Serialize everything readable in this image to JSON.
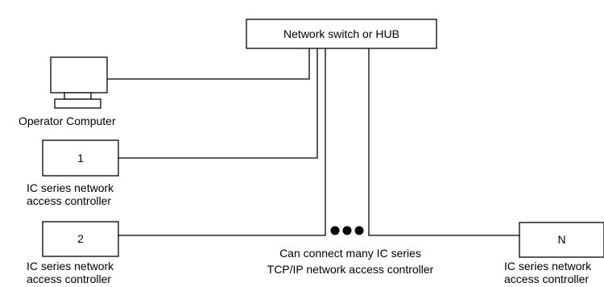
{
  "switch": {
    "label": "Network switch or HUB"
  },
  "computer": {
    "label": "Operator Computer"
  },
  "controllers": [
    {
      "id": "1",
      "line1": "IC series network",
      "line2": "access controller"
    },
    {
      "id": "2",
      "line1": "IC series network",
      "line2": "access controller"
    },
    {
      "id": "N",
      "line1": "IC series network",
      "line2": "access controller"
    }
  ],
  "note": {
    "line1": "Can connect many IC series",
    "line2": "TCP/IP network access controller"
  },
  "colors": {
    "line": "#000000",
    "background": "#ffffff"
  }
}
